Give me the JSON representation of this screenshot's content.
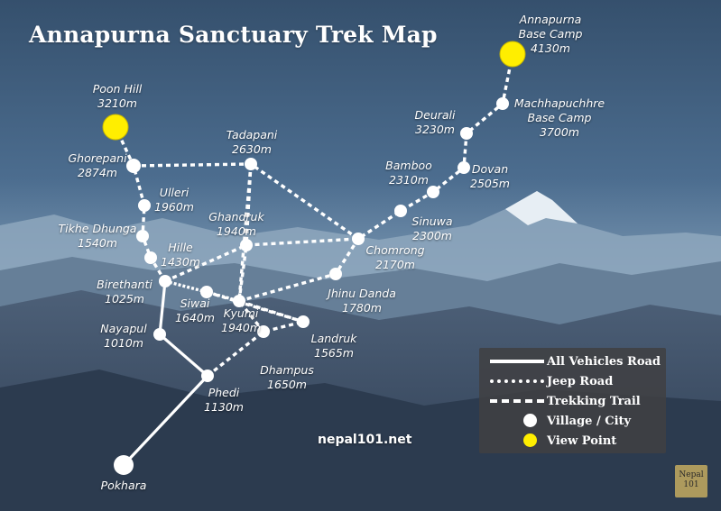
{
  "title": "Annapurna Sanctuary Trek Map",
  "credit": "nepal101.net",
  "badge": {
    "line1": "Nepal",
    "line2": "101"
  },
  "colors": {
    "village": "#ffffff",
    "view_point": "#ffee00",
    "route": "#ffffff",
    "legend_bg": "#404042"
  },
  "places": [
    {
      "id": "pokhara",
      "name": "Pokhara",
      "elevation": "",
      "type": "city"
    },
    {
      "id": "phedi",
      "name": "Phedi",
      "elevation": "1130m",
      "type": "village"
    },
    {
      "id": "nayapul",
      "name": "Nayapul",
      "elevation": "1010m",
      "type": "village"
    },
    {
      "id": "birethanti",
      "name": "Birethanti",
      "elevation": "1025m",
      "type": "village"
    },
    {
      "id": "tikhe-dhunga",
      "name": "Tikhe Dhunga",
      "elevation": "1540m",
      "type": "village"
    },
    {
      "id": "ulleri",
      "name": "Ulleri",
      "elevation": "1960m",
      "type": "village"
    },
    {
      "id": "ghorepani",
      "name": "Ghorepani",
      "elevation": "2874m",
      "type": "village"
    },
    {
      "id": "poon-hill",
      "name": "Poon Hill",
      "elevation": "3210m",
      "type": "view_point"
    },
    {
      "id": "hille",
      "name": "Hille",
      "elevation": "1430m",
      "type": "village"
    },
    {
      "id": "siwai",
      "name": "Siwai",
      "elevation": "1640m",
      "type": "village"
    },
    {
      "id": "kyumi",
      "name": "Kyumi",
      "elevation": "1940m",
      "type": "village"
    },
    {
      "id": "ghandruk",
      "name": "Ghandruk",
      "elevation": "1940m",
      "type": "village"
    },
    {
      "id": "tadapani",
      "name": "Tadapani",
      "elevation": "2630m",
      "type": "village"
    },
    {
      "id": "dhampus",
      "name": "Dhampus",
      "elevation": "1650m",
      "type": "village"
    },
    {
      "id": "landruk",
      "name": "Landruk",
      "elevation": "1565m",
      "type": "village"
    },
    {
      "id": "jhinu-danda",
      "name": "Jhinu Danda",
      "elevation": "1780m",
      "type": "village"
    },
    {
      "id": "chomrong",
      "name": "Chomrong",
      "elevation": "2170m",
      "type": "village"
    },
    {
      "id": "sinuwa",
      "name": "Sinuwa",
      "elevation": "2300m",
      "type": "village"
    },
    {
      "id": "bamboo",
      "name": "Bamboo",
      "elevation": "2310m",
      "type": "village"
    },
    {
      "id": "dovan",
      "name": "Dovan",
      "elevation": "2505m",
      "type": "village"
    },
    {
      "id": "deurali",
      "name": "Deurali",
      "elevation": "3230m",
      "type": "village"
    },
    {
      "id": "machhapuchhre-base-camp",
      "name": "Machhapuchhre Base Camp",
      "elevation": "3700m",
      "type": "village"
    },
    {
      "id": "annapurna-base-camp",
      "name": "Annapurna Base Camp",
      "elevation": "4130m",
      "type": "view_point"
    }
  ],
  "routes": [
    {
      "type": "all_vehicles_road",
      "stops": [
        "pokhara",
        "phedi",
        "nayapul",
        "birethanti"
      ]
    },
    {
      "type": "trekking_trail",
      "stops": [
        "birethanti",
        "hille",
        "tikhe-dhunga",
        "ulleri",
        "ghorepani",
        "poon-hill"
      ]
    },
    {
      "type": "trekking_trail",
      "stops": [
        "ghorepani",
        "tadapani",
        "chomrong",
        "sinuwa",
        "bamboo",
        "dovan",
        "deurali",
        "machhapuchhre-base-camp",
        "annapurna-base-camp"
      ]
    },
    {
      "type": "trekking_trail",
      "stops": [
        "tadapani",
        "ghandruk"
      ]
    },
    {
      "type": "trekking_trail",
      "stops": [
        "birethanti",
        "ghandruk",
        "chomrong"
      ]
    },
    {
      "type": "trekking_trail",
      "stops": [
        "kyumi",
        "ghandruk"
      ]
    },
    {
      "type": "trekking_trail",
      "stops": [
        "tadapani",
        "kyumi"
      ]
    },
    {
      "type": "jeep_road",
      "stops": [
        "birethanti",
        "siwai",
        "kyumi"
      ]
    },
    {
      "type": "trekking_trail",
      "stops": [
        "kyumi",
        "jhinu-danda",
        "chomrong"
      ]
    },
    {
      "type": "trekking_trail",
      "stops": [
        "siwai",
        "landruk",
        "kyumi"
      ]
    },
    {
      "type": "trekking_trail",
      "stops": [
        "phedi",
        "dhampus",
        "landruk"
      ]
    },
    {
      "type": "trekking_trail",
      "stops": [
        "dhampus",
        "kyumi"
      ]
    }
  ],
  "legend": [
    {
      "label": "All Vehicles Road",
      "kind": "all_vehicles_road"
    },
    {
      "label": "Jeep Road",
      "kind": "jeep_road"
    },
    {
      "label": "Trekking Trail",
      "kind": "trekking_trail"
    },
    {
      "label": "Village / City",
      "kind": "village"
    },
    {
      "label": "View Point",
      "kind": "view_point"
    }
  ]
}
